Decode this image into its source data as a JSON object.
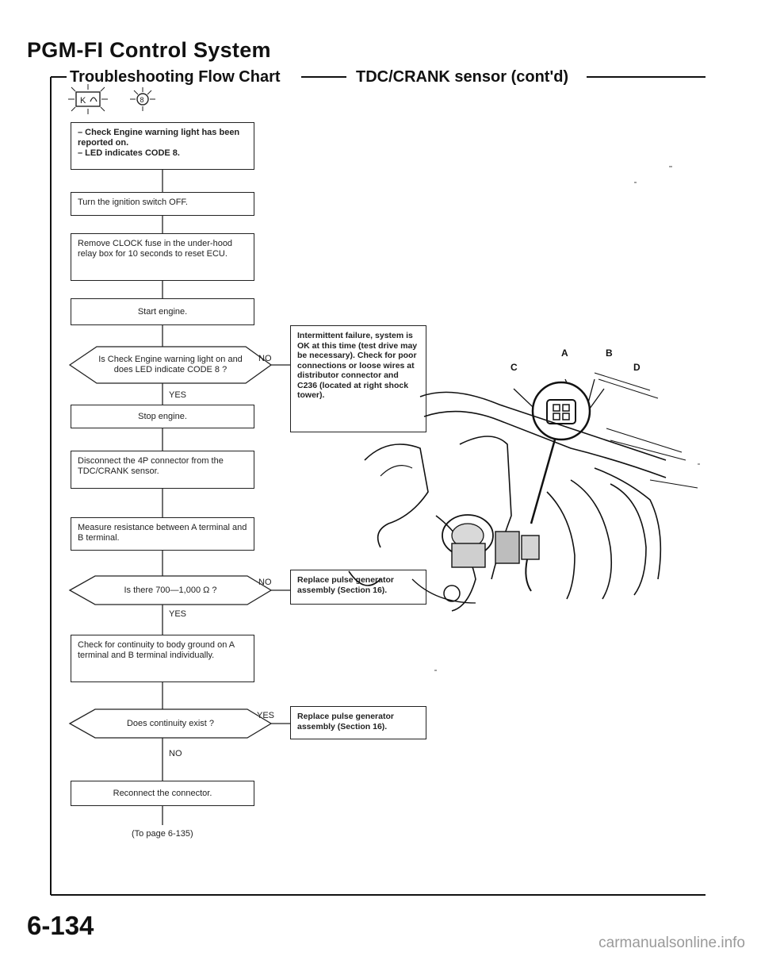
{
  "header": {
    "title": "PGM-FI Control System",
    "subtitle_left": "Troubleshooting Flow Chart",
    "subtitle_right": "TDC/CRANK sensor (cont'd)"
  },
  "flow": {
    "start": {
      "line1": "– Check Engine warning light has been reported on.",
      "line2": "– LED indicates CODE 8."
    },
    "step_ignition_off": "Turn the ignition switch OFF.",
    "step_remove_fuse": "Remove CLOCK fuse in the under-hood relay box for 10 seconds to reset ECU.",
    "step_start_engine": "Start engine.",
    "decision_code8": "Is Check Engine warning light on and does LED indicate CODE 8 ?",
    "no_label_1": "NO",
    "intermittent_note": "Intermittent failure, system is OK at this time (test drive may be necessary). Check for poor connections or loose wires at distributor connector and C236 (located at right shock tower).",
    "yes_label_1": "YES",
    "step_stop_engine": "Stop engine.",
    "step_disconnect": "Disconnect the 4P connector from the TDC/CRANK sensor.",
    "step_measure": "Measure resistance between A terminal and B terminal.",
    "decision_resistance": "Is there 700—1,000 Ω ?",
    "no_label_2": "NO",
    "replace_1": "Replace pulse generator assembly (Section 16).",
    "yes_label_2": "YES",
    "step_check_continuity": "Check for continuity to body ground on A terminal and B terminal individually.",
    "decision_continuity": "Does continuity exist ?",
    "yes_label_3": "YES",
    "replace_2": "Replace pulse generator assembly (Section 16).",
    "no_label_3": "NO",
    "step_reconnect": "Reconnect the connector.",
    "continue_note": "(To page 6-135)"
  },
  "illustration": {
    "terminal_labels": [
      "A",
      "B",
      "C",
      "D"
    ]
  },
  "footer": {
    "page_number": "6-134",
    "watermark": "carmanualsonline.info"
  },
  "icons": [
    "check-engine-light-icon",
    "led-code-icon"
  ]
}
